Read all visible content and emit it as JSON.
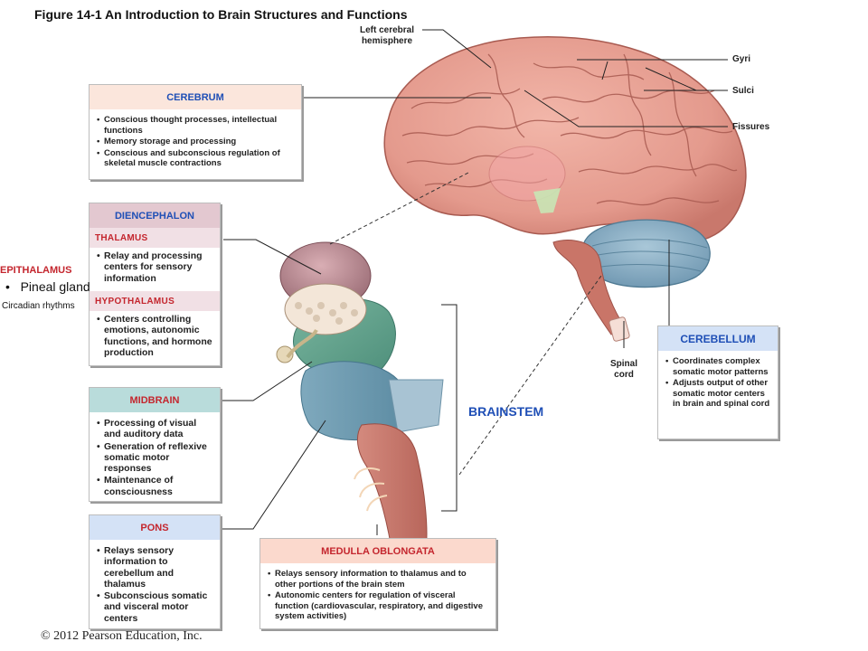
{
  "title": "Figure 14-1  An Introduction to Brain Structures and Functions",
  "labels": {
    "left_hemisphere": [
      "Left cerebral",
      "hemisphere"
    ],
    "gyri": "Gyri",
    "sulci": "Sulci",
    "fissures": "Fissures",
    "spinal_cord": [
      "Spinal",
      "cord"
    ],
    "brainstem": "BRAINSTEM"
  },
  "cerebrum": {
    "heading": "CEREBRUM",
    "items": [
      "Conscious thought processes, intellectual functions",
      "Memory storage and processing",
      "Conscious and subconscious regulation of skeletal muscle contractions"
    ]
  },
  "diencephalon": {
    "heading": "DIENCEPHALON",
    "thalamus": {
      "heading": "THALAMUS",
      "items": [
        "Relay and processing centers for sensory information"
      ]
    },
    "hypothalamus": {
      "heading": "HYPOTHALAMUS",
      "items": [
        "Centers controlling emotions, autonomic functions, and hormone production"
      ]
    }
  },
  "epithalamus": {
    "heading": "EPITHALAMUS",
    "item": "Pineal gland",
    "note": "Circadian rhythms"
  },
  "midbrain": {
    "heading": "MIDBRAIN",
    "items": [
      "Processing of visual and auditory data",
      "Generation of reflexive somatic motor responses",
      "Maintenance of consciousness"
    ]
  },
  "pons": {
    "heading": "PONS",
    "items": [
      "Relays sensory information to cerebellum and thalamus",
      "Subconscious somatic and visceral motor centers"
    ]
  },
  "medulla": {
    "heading": "MEDULLA OBLONGATA",
    "items": [
      "Relays sensory information to thalamus and to other portions of the brain stem",
      "Autonomic centers for regulation of visceral function (cardiovascular, respiratory, and digestive system activities)"
    ]
  },
  "cerebellum": {
    "heading": "CEREBELLUM",
    "items": [
      "Coordinates complex somatic motor patterns",
      "Adjusts output of other somatic motor centers in brain and spinal cord"
    ]
  },
  "copyright": "© 2012 Pearson Education, Inc.",
  "colors": {
    "cerebrum_head": "#fbe6dc",
    "dien_head": "#e3c8d0",
    "thal_head": "#f1e0e5",
    "midbrain_head": "#b9dcdb",
    "pons_head": "#d4e2f6",
    "medulla_head": "#fbd9cd",
    "brain": "#e79f94",
    "cerebellum": "#8fb4c9"
  }
}
